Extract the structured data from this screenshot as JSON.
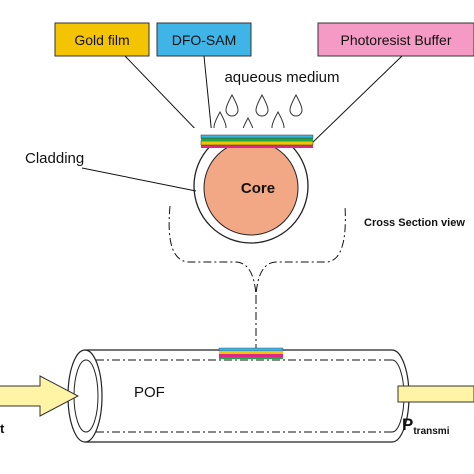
{
  "labels": {
    "gold_film": "Gold film",
    "dfo_sam": "DFO-SAM",
    "photoresist_buffer": "Photoresist Buffer",
    "aqueous_medium": "aqueous medium",
    "cladding": "Cladding",
    "core": "Core",
    "cross_section_view": "Cross Section view",
    "pof": "POF",
    "p_transmitted_main": "P",
    "p_transmitted_sub": "transmi",
    "p_in_partial": "t"
  },
  "colors": {
    "gold_film": "#f5c400",
    "dfo_sam": "#3fb4e6",
    "photoresist_buffer": "#f59ac4",
    "core": "#f2a785",
    "cladding": "#ffffff",
    "arrow": "#fff3a6",
    "layer_green": "#22a54a",
    "layer_pink": "#e0288a"
  }
}
